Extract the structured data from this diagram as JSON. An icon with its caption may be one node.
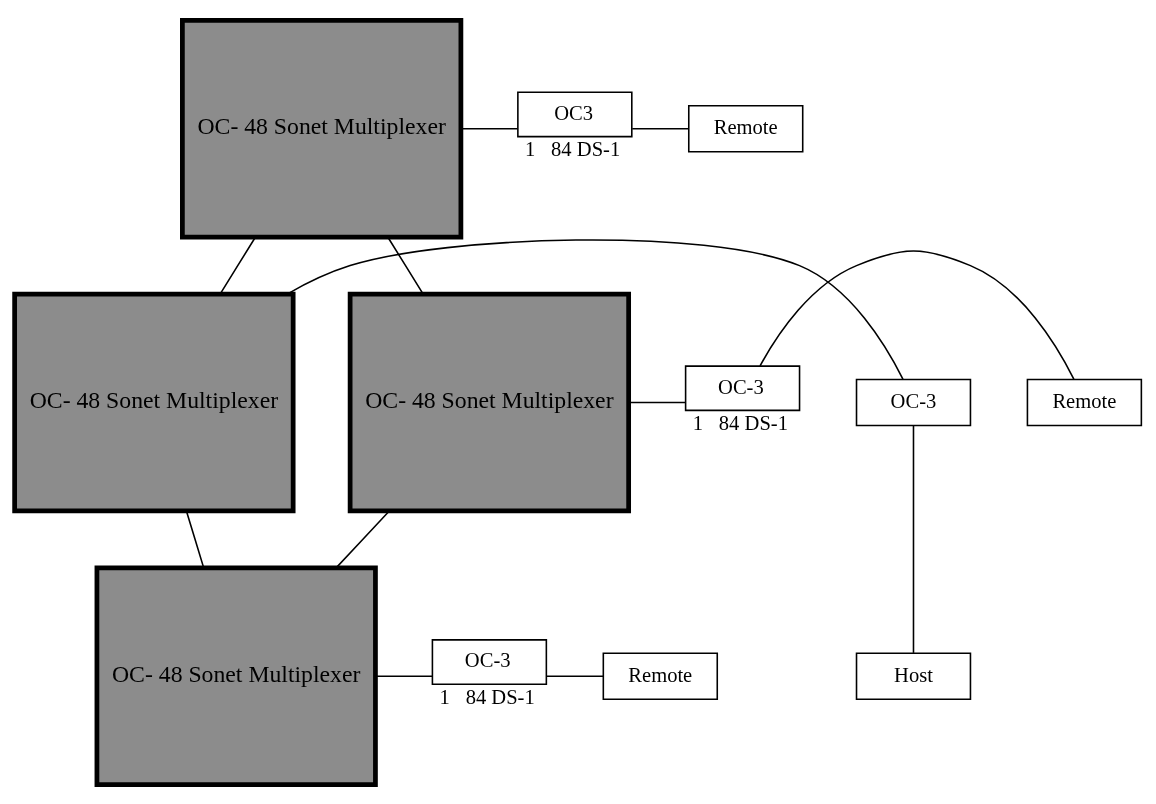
{
  "diagram": {
    "nodes": [
      {
        "text": [
          "OC- 48 Sonet Multiplexer"
        ]
      },
      {
        "text": [
          "OC3"
        ],
        "beside": [
          "1",
          "84 DS-1"
        ]
      },
      {
        "text": [
          "Remote"
        ]
      },
      {
        "text": [
          "OC-3"
        ]
      },
      {
        "text": [
          "Host"
        ]
      },
      {
        "text": [
          "OC- 48 Sonet Multiplexer"
        ]
      },
      {
        "text": [
          "OC- 48 Sonet Multiplexer"
        ]
      },
      {
        "text": [
          "OC-3"
        ],
        "beside": [
          "1",
          "84 DS-1"
        ]
      },
      {
        "text": [
          "Remote"
        ]
      },
      {
        "text": [
          "OC- 48 Sonet Multiplexer"
        ]
      },
      {
        "text": [
          "OC-3"
        ],
        "beside": [
          "1",
          "84 DS-1"
        ]
      },
      {
        "text": [
          "Remote"
        ]
      }
    ],
    "edges": [
      {
        "from": 0,
        "to": 5,
        "arrow": "none"
      },
      {
        "from": 5,
        "to": 9,
        "arrow": "none"
      },
      {
        "from": 9,
        "to": 6,
        "arrow": "none"
      },
      {
        "from": 6,
        "to": 0,
        "arrow": "none"
      },
      {
        "from": 0,
        "to": 1,
        "arrow": "none"
      },
      {
        "from": 1,
        "to": 2,
        "arrow": "none"
      },
      {
        "from": 5,
        "to": 3,
        "arrow": "none"
      },
      {
        "from": 3,
        "to": 4,
        "arrow": "none"
      },
      {
        "from": 6,
        "to": 7,
        "arrow": "none"
      },
      {
        "from": 7,
        "to": 8,
        "arrow": "none"
      },
      {
        "from": 9,
        "to": 10,
        "arrow": "none"
      },
      {
        "from": 10,
        "to": 11,
        "arrow": "none"
      }
    ]
  }
}
